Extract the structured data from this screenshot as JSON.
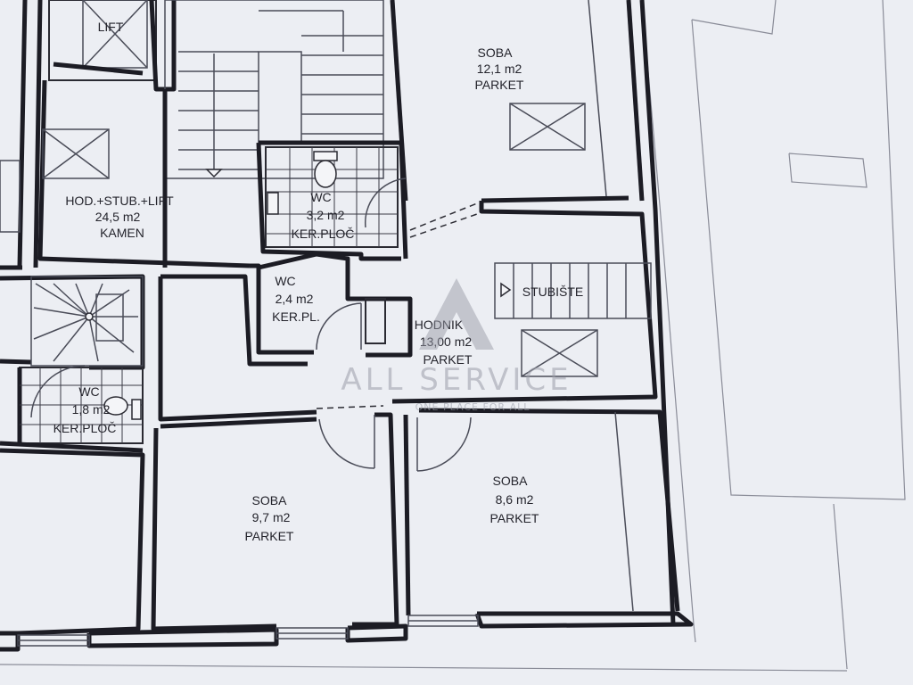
{
  "rooms": {
    "soba_top": {
      "name": "SOBA",
      "area": "12,1 m2",
      "floor": "PARKET"
    },
    "hod_stub_lift": {
      "name": "HOD.+STUB.+LIFT",
      "area": "24,5 m2",
      "floor": "KAMEN"
    },
    "wc_main": {
      "name": "WC",
      "area": "3,2 m2",
      "floor": "KER.PLOČ"
    },
    "wc_small": {
      "name": "WC",
      "area": "2,4 m2",
      "floor": "KER.PL."
    },
    "wc_left": {
      "name": "WC",
      "area": "1,8 m2",
      "floor": "KER.PLOČ"
    },
    "hodnik": {
      "name": "HODNIK",
      "area": "13,00 m2",
      "floor": "PARKET"
    },
    "soba_left": {
      "name": "SOBA",
      "area": "9,7 m2",
      "floor": "PARKET"
    },
    "soba_right": {
      "name": "SOBA",
      "area": "8,6 m2",
      "floor": "PARKET"
    }
  },
  "labels": {
    "lift": "LIFT",
    "stubiste": "STUBIŠTE"
  },
  "watermark": {
    "brand": "ALL SERVICE",
    "tagline": "ONE PLACE FOR ALL"
  }
}
